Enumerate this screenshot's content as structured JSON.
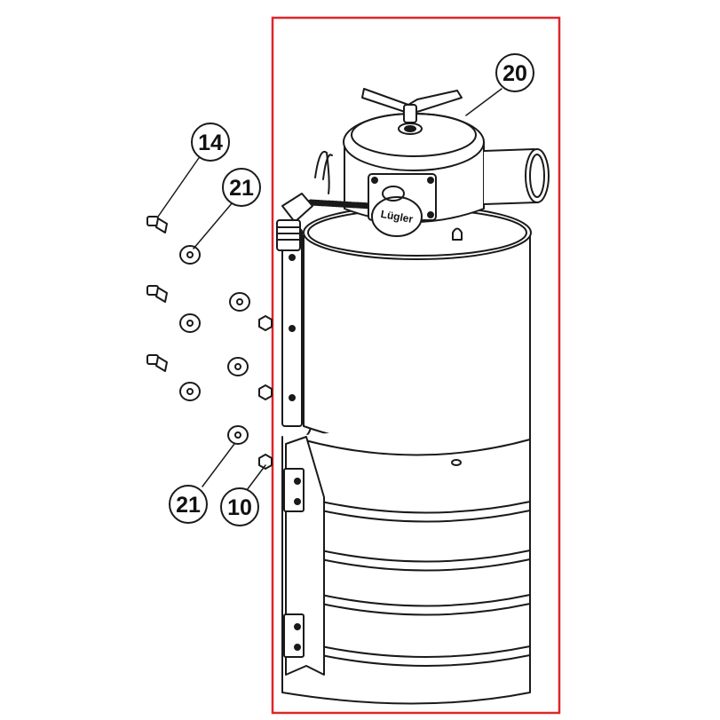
{
  "callouts": {
    "c14": "14",
    "c21_top": "21",
    "c20": "20",
    "c21_bottom": "21",
    "c10": "10"
  },
  "brand_label": "Lügler",
  "colors": {
    "line": "#1a1a1a",
    "highlight_frame": "#e0262a",
    "background": "#ffffff"
  }
}
